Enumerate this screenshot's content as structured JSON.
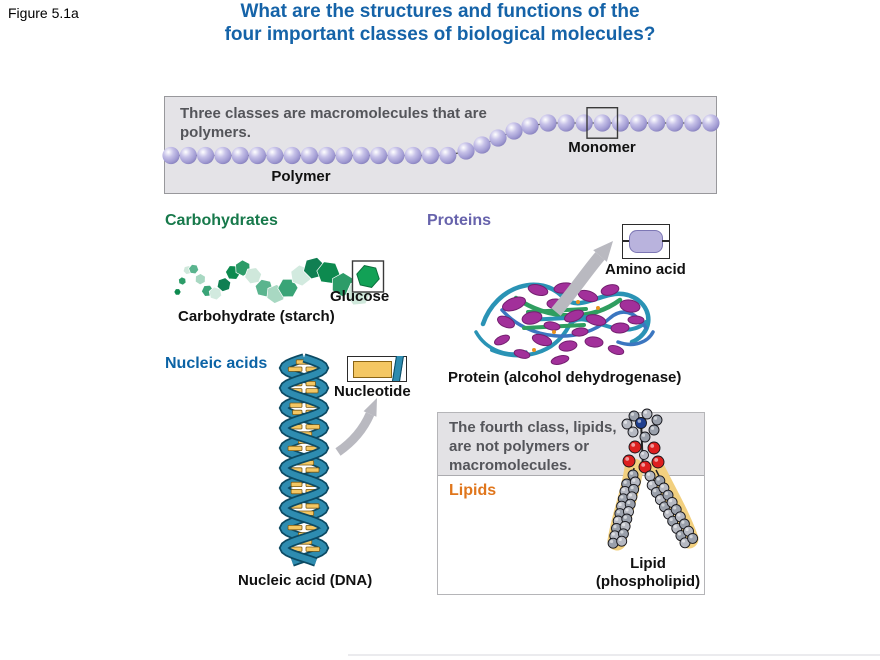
{
  "figure_label": "Figure 5.1a",
  "title": {
    "line1": "What are the structures and functions of the",
    "line2": "four important classes of biological molecules?"
  },
  "polymer_panel": {
    "note": "Three classes are macromolecules that are polymers.",
    "polymer_label": "Polymer",
    "monomer_label": "Monomer"
  },
  "sections": {
    "carbohydrates": {
      "heading": "Carbohydrates",
      "unit_label": "Glucose",
      "caption": "Carbohydrate (starch)"
    },
    "proteins": {
      "heading": "Proteins",
      "unit_label": "Amino acid",
      "caption": "Protein (alcohol dehydrogenase)"
    },
    "nucleic_acids": {
      "heading": "Nucleic acids",
      "unit_label": "Nucleotide",
      "caption": "Nucleic acid (DNA)"
    },
    "lipids": {
      "note": "The fourth class, lipids, are not polymers or macromolecules.",
      "heading": "Lipids",
      "caption_line1": "Lipid",
      "caption_line2": "(phospholipid)"
    }
  },
  "palette": {
    "title_blue": "#1563a8",
    "carbohydrates_green": "#17794b",
    "proteins_purple": "#6763ac",
    "nucleic_blue": "#0b63a5",
    "lipids_orange": "#e0761c",
    "note_gray": "#54555a",
    "monomer_bead_lavender": "#a49dd3",
    "glucose_green": "#12a156",
    "dna_strand_teal": "#2e8cb0",
    "nucleotide_yellow": "#f4c763",
    "panel_gray": "#e4e3e7",
    "arrow_gray": "#b9b9c0"
  }
}
